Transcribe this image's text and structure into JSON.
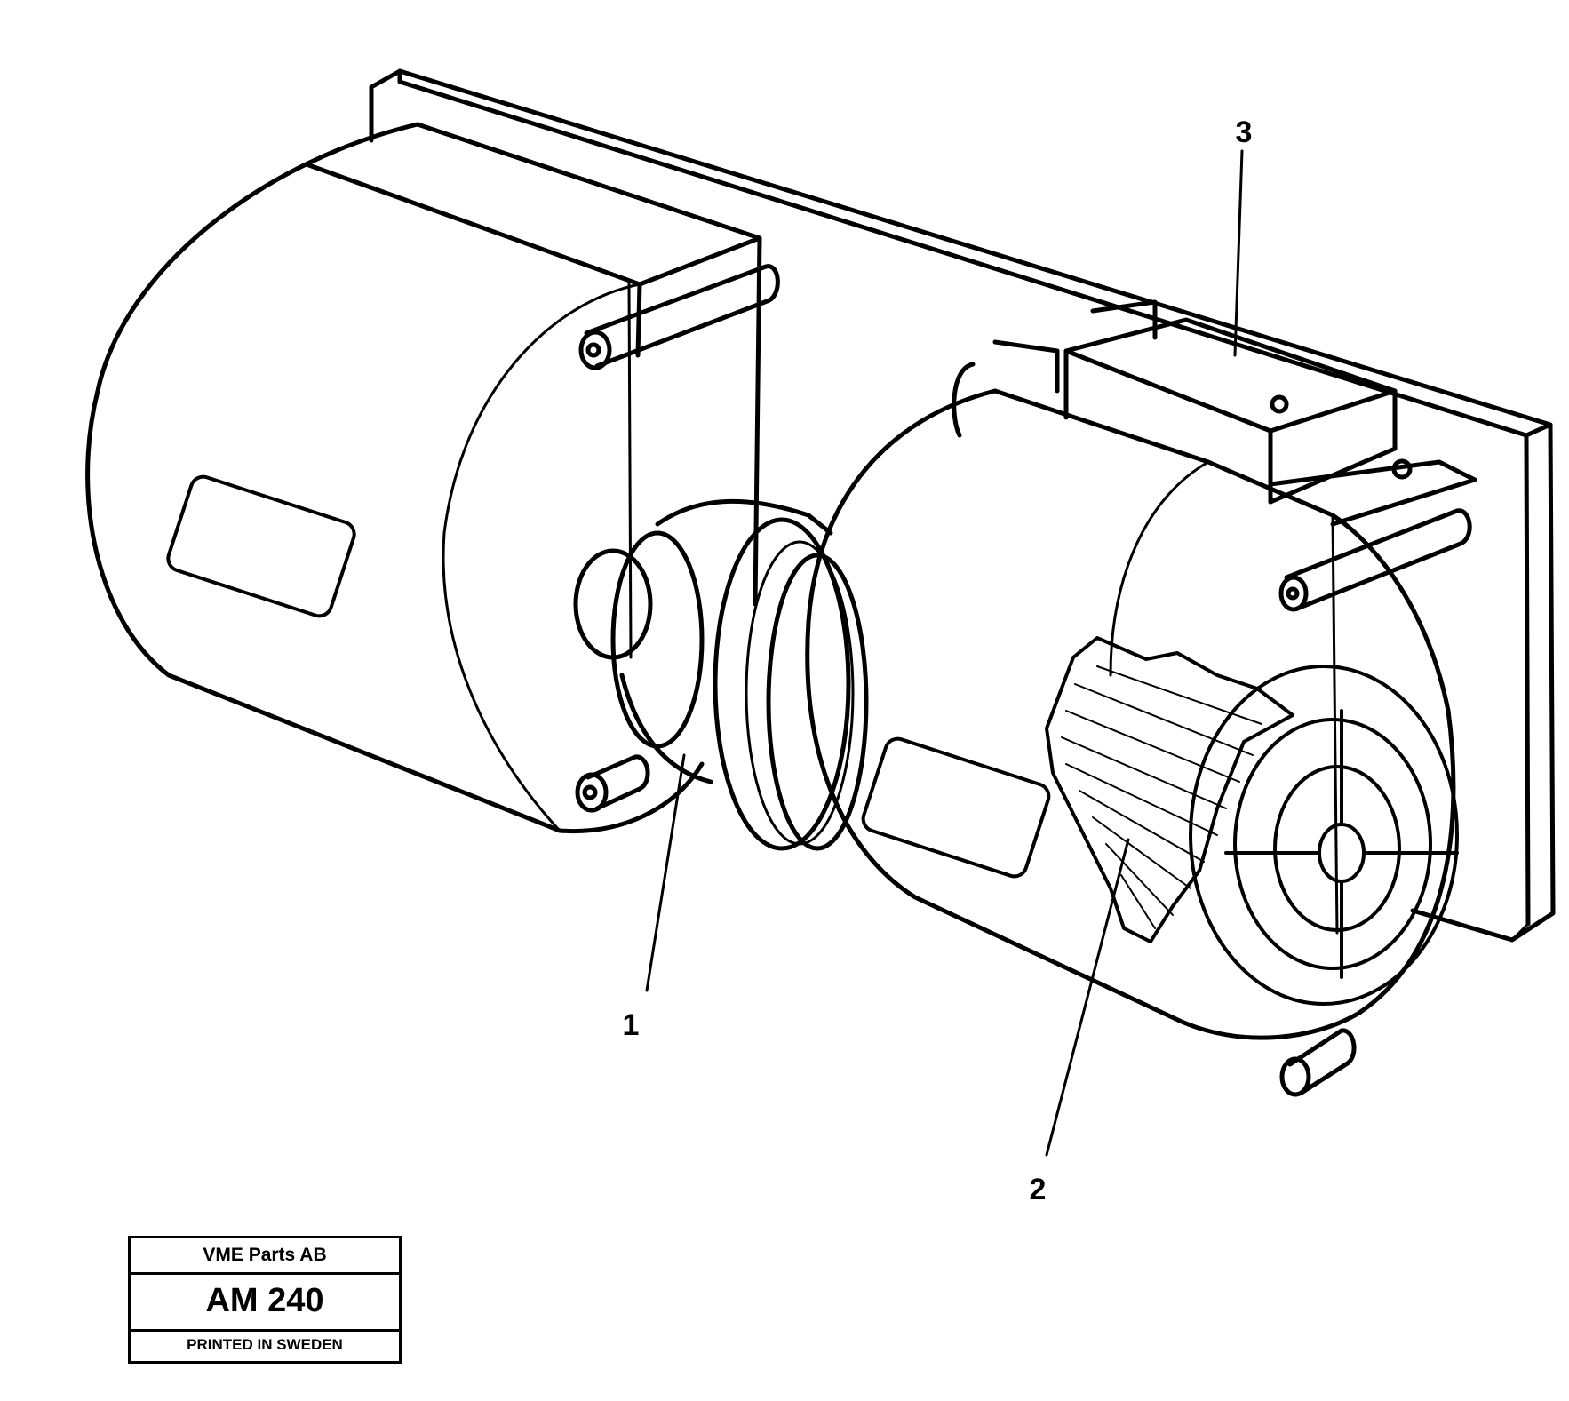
{
  "callouts": [
    {
      "id": "1",
      "label": "1"
    },
    {
      "id": "2",
      "label": "2"
    },
    {
      "id": "3",
      "label": "3"
    }
  ],
  "title_block": {
    "company": "VME Parts AB",
    "code": "AM 240",
    "printed": "PRINTED IN SWEDEN"
  },
  "colors": {
    "ink": "#000000",
    "paper": "#ffffff"
  }
}
